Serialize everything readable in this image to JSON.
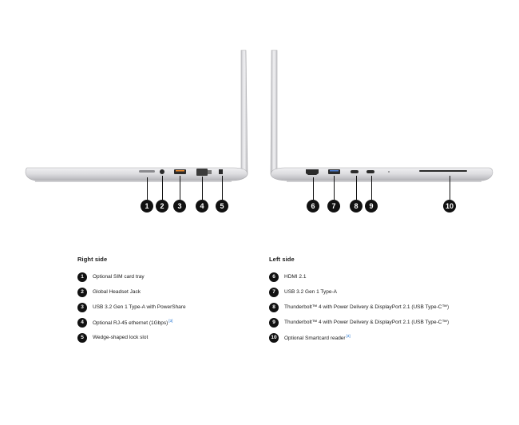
{
  "illustration": {
    "right_side_markers": [
      "1",
      "2",
      "3",
      "4",
      "5"
    ],
    "left_side_markers": [
      "6",
      "7",
      "8",
      "9",
      "10"
    ]
  },
  "legend_right": {
    "title": "Right side",
    "items": [
      {
        "num": "1",
        "text": "Optional SIM card tray",
        "footnote": ""
      },
      {
        "num": "2",
        "text": "Global Headset Jack",
        "footnote": ""
      },
      {
        "num": "3",
        "text": "USB 3.2 Gen 1 Type-A with PowerShare",
        "footnote": ""
      },
      {
        "num": "4",
        "text": "Optional RJ-45 ethernet (1Gbps)",
        "footnote": "[3]"
      },
      {
        "num": "5",
        "text": "Wedge-shaped lock slot",
        "footnote": ""
      }
    ]
  },
  "legend_left": {
    "title": "Left side",
    "items": [
      {
        "num": "6",
        "text": "HDMI 2.1",
        "footnote": ""
      },
      {
        "num": "7",
        "text": "USB 3.2 Gen 1 Type-A",
        "footnote": ""
      },
      {
        "num": "8",
        "text": "Thunderbolt™ 4 with Power Delivery & DisplayPort 2.1 (USB Type-C™)",
        "footnote": ""
      },
      {
        "num": "9",
        "text": "Thunderbolt™ 4 with Power Delivery & DisplayPort 2.1 (USB Type-C™)",
        "footnote": ""
      },
      {
        "num": "10",
        "text": "Optional Smartcard reader",
        "footnote": "[4]"
      }
    ]
  },
  "colors": {
    "body_light": "#e4e4e6",
    "body_dark": "#b9b9bd",
    "port": "#2a2a2a",
    "marker": "#111111",
    "footnote": "#1a6fd1"
  }
}
